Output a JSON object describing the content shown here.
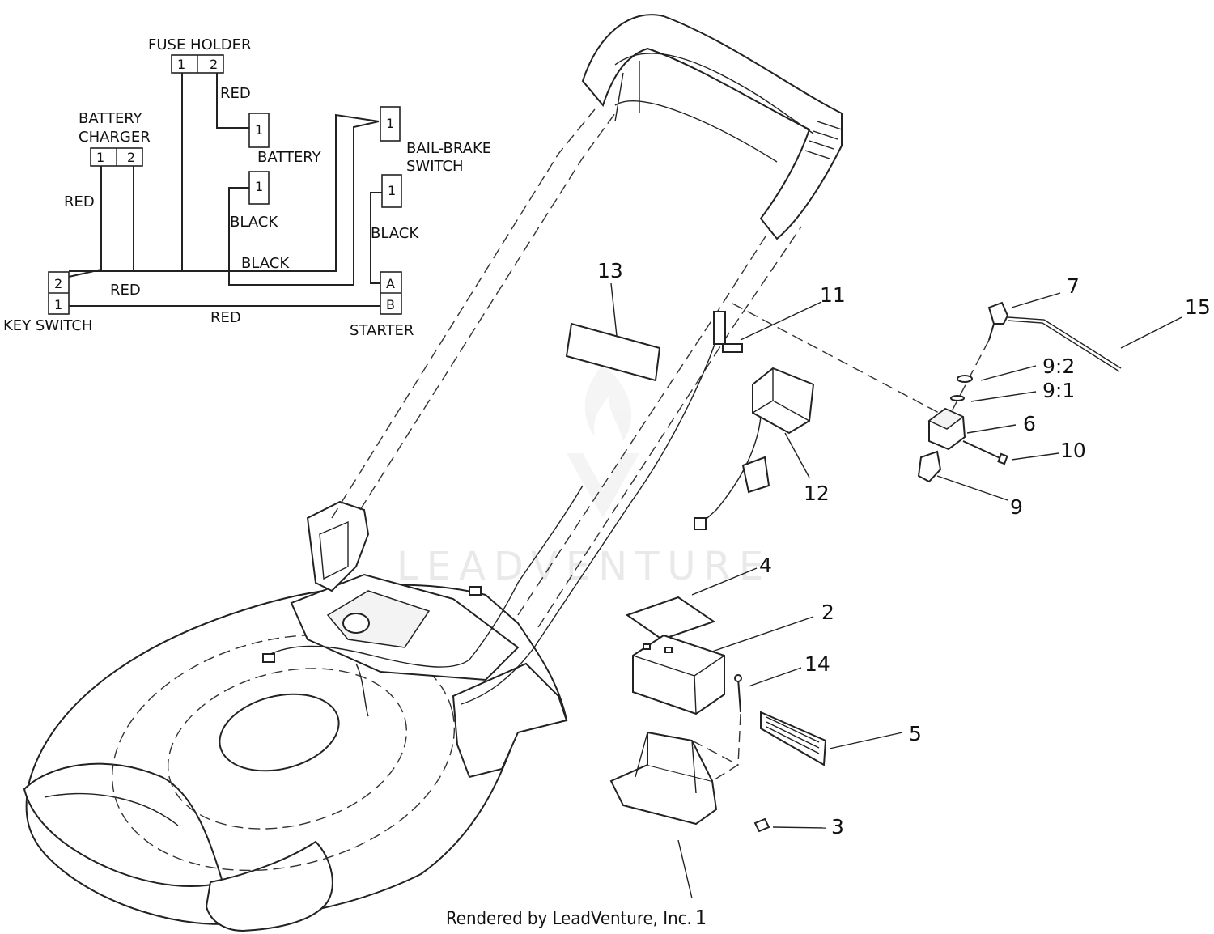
{
  "wiring": {
    "components": {
      "fuse_holder": {
        "label": "FUSE HOLDER",
        "pins": [
          "1",
          "2"
        ]
      },
      "battery_charger": {
        "label_line1": "BATTERY",
        "label_line2": "CHARGER",
        "pins": [
          "1",
          "2"
        ]
      },
      "battery": {
        "label": "BATTERY",
        "pin": "1"
      },
      "bail_brake": {
        "label_line1": "BAIL-BRAKE",
        "label_line2": "SWITCH",
        "pin": "1"
      },
      "black_conn": {
        "pin": "1"
      },
      "starter_conn": {
        "pin": "1"
      },
      "key_switch": {
        "label": "KEY SWITCH",
        "pins": [
          "2",
          "1"
        ]
      },
      "starter": {
        "label": "STARTER",
        "pins": [
          "A",
          "B"
        ]
      }
    },
    "wire_labels": {
      "red_fuse": "RED",
      "red_charger": "RED",
      "black_battery": "BLACK",
      "black_starter": "BLACK",
      "black_mid": "BLACK",
      "red_key2": "RED",
      "red_key1": "RED"
    }
  },
  "callouts": {
    "c1": "1",
    "c2": "2",
    "c3": "3",
    "c4": "4",
    "c5": "5",
    "c6": "6",
    "c7": "7",
    "c9": "9",
    "c9_1": "9:1",
    "c9_2": "9:2",
    "c10": "10",
    "c11": "11",
    "c12": "12",
    "c13": "13",
    "c14": "14",
    "c15": "15"
  },
  "watermark": "LEADVENTURE",
  "credit": "Rendered by LeadVenture, Inc."
}
